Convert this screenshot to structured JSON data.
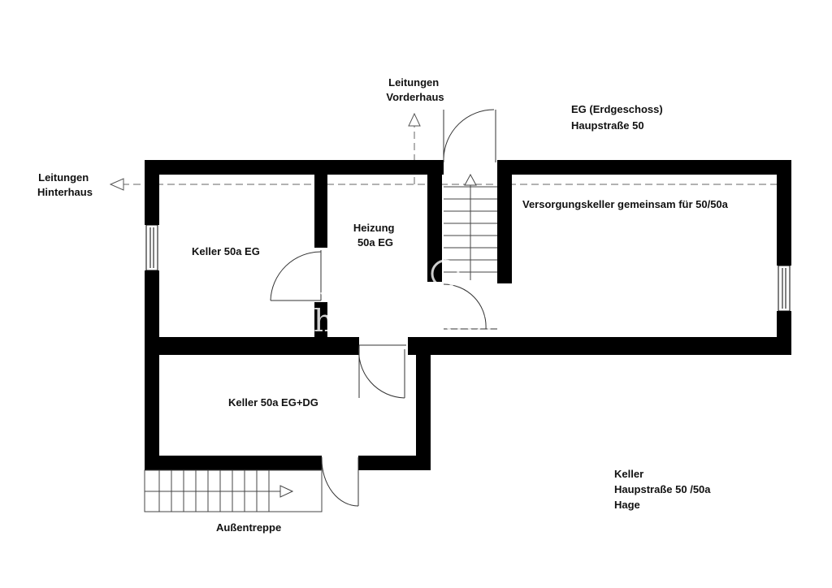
{
  "labels": {
    "leitungen_vorderhaus": [
      "Leitungen",
      "Vorderhaus"
    ],
    "leitungen_hinterhaus": [
      "Leitungen",
      "Hinterhaus"
    ],
    "eg_title": [
      "EG (Erdgeschoss)",
      "Haupstraße 50"
    ],
    "keller_50a_eg": "Keller 50a EG",
    "heizung": [
      "Heizung",
      "50a EG"
    ],
    "versorgungskeller": "Versorgungskeller gemeinsam für 50/50a",
    "keller_50a_eg_dg": "Keller 50a EG+DG",
    "aussentreppe": "Außentreppe",
    "keller_info": [
      "Keller",
      "Haupstraße 50 /50a",
      "Hage"
    ]
  },
  "watermark": "ohne-makler",
  "colors": {
    "wall": "#000000",
    "line": "#555555",
    "background": "#ffffff"
  }
}
